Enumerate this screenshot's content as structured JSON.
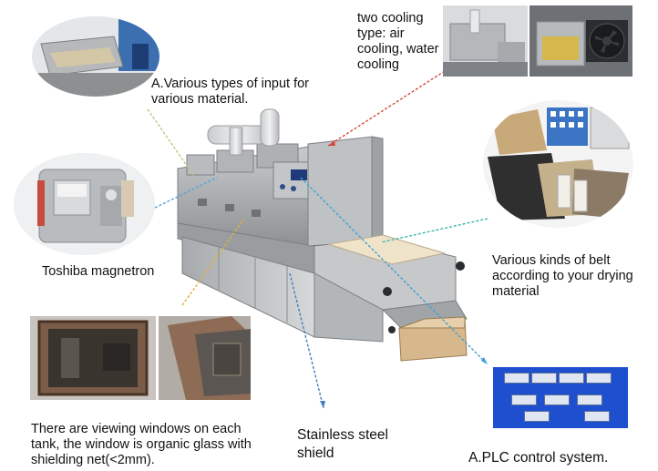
{
  "labels": {
    "input": "A.Various types of input for various material.",
    "cooling": "two cooling type: air cooling, water cooling",
    "magnetron": "Toshiba magnetron",
    "belt": "Various kinds of belt according to your drying material",
    "window": "There are viewing windows on each tank, the window is organic glass with shielding net(<2mm).",
    "shield": "Stainless steel shield",
    "plc": "A.PLC control system."
  },
  "colors": {
    "arrow_input": "#b9c97a",
    "arrow_cooling": "#d54a3c",
    "arrow_magnetron": "#4fa7d8",
    "arrow_window": "#e1b13a",
    "arrow_shield": "#3d7fbf",
    "arrow_belt": "#3fb6ad",
    "arrow_plc": "#3c9fd6",
    "plc_screen": "#1d4fcf"
  },
  "icons": {
    "fan": "cooling-fan-icon",
    "magnetron": "magnetron-icon",
    "machine": "tunnel-dryer-machine"
  }
}
